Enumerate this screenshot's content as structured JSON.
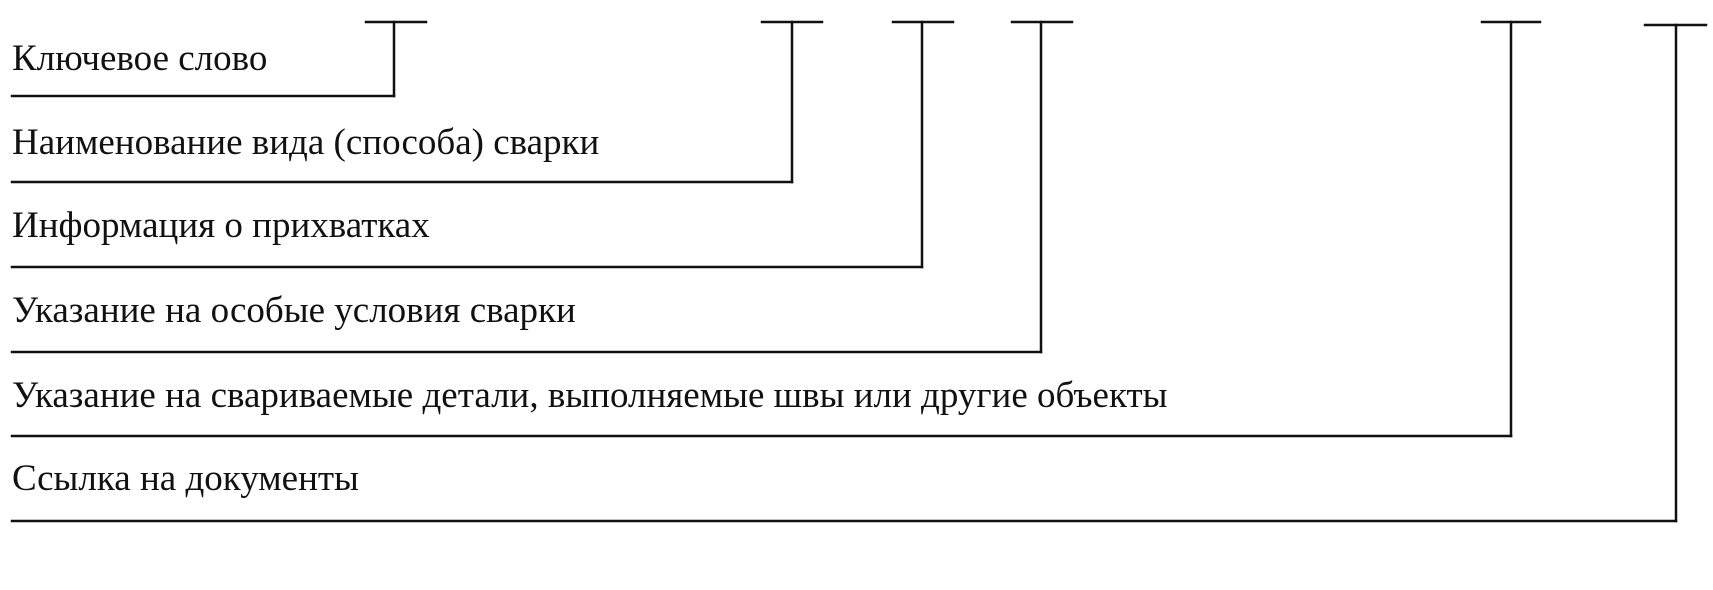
{
  "rows": [
    {
      "label": "Ключевое слово"
    },
    {
      "label": "Наименование вида (способа) сварки"
    },
    {
      "label": "Информация о прихватках"
    },
    {
      "label": "Указание на особые условия сварки"
    },
    {
      "label": "Указание на свариваемые детали, выполняемые швы или другие объекты"
    },
    {
      "label": "Ссылка на документы"
    }
  ]
}
